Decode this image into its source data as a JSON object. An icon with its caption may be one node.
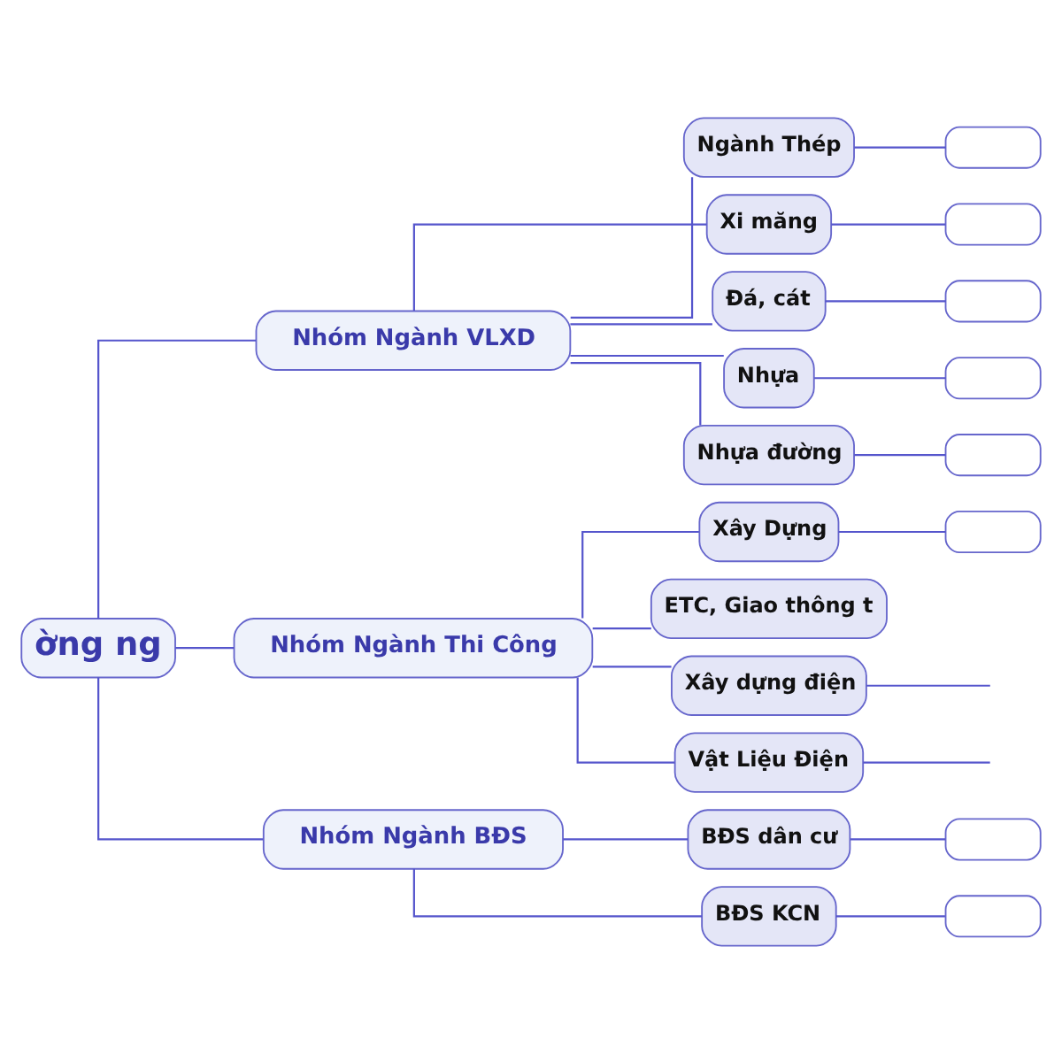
{
  "diagram": {
    "nodes": [
      {
        "text": [
          "ờng ng"
        ]
      },
      {
        "text": [
          "Nhóm Ngành VLXD"
        ]
      },
      {
        "text": [
          "Nhóm Ngành Thi Công"
        ]
      },
      {
        "text": [
          "Nhóm Ngành BĐS"
        ]
      },
      {
        "text": [
          "Ngành Thép"
        ]
      },
      {
        "text": [
          "Xi măng"
        ]
      },
      {
        "text": [
          "Đá, cát"
        ]
      },
      {
        "text": [
          "Nhựa"
        ]
      },
      {
        "text": [
          "Nhựa đường"
        ]
      },
      {
        "text": [
          "Xây Dựng"
        ]
      },
      {
        "text": [
          "ETC, Giao thông t"
        ]
      },
      {
        "text": [
          "Xây dựng điện"
        ]
      },
      {
        "text": [
          "Vật Liệu Điện"
        ]
      },
      {
        "text": [
          "BĐS dân cư"
        ]
      },
      {
        "text": [
          "BĐS KCN"
        ]
      },
      {
        "text": [],
        "shape": "box"
      },
      {
        "text": [],
        "shape": "box"
      },
      {
        "text": [],
        "shape": "box"
      },
      {
        "text": [],
        "shape": "box"
      },
      {
        "text": [],
        "shape": "box"
      },
      {
        "text": [],
        "shape": "box"
      },
      {
        "text": [],
        "shape": "box"
      },
      {
        "text": [],
        "shape": "box"
      }
    ],
    "edges": [
      {
        "from": 0,
        "to": 1,
        "arrow": "none"
      },
      {
        "from": 0,
        "to": 2,
        "arrow": "none"
      },
      {
        "from": 0,
        "to": 3,
        "arrow": "none"
      },
      {
        "from": 1,
        "to": 4,
        "arrow": "none"
      },
      {
        "from": 1,
        "to": 5,
        "arrow": "none"
      },
      {
        "from": 1,
        "to": 6,
        "arrow": "none"
      },
      {
        "from": 1,
        "to": 7,
        "arrow": "none"
      },
      {
        "from": 1,
        "to": 8,
        "arrow": "none"
      },
      {
        "from": 2,
        "to": 9,
        "arrow": "none"
      },
      {
        "from": 2,
        "to": 10,
        "arrow": "none"
      },
      {
        "from": 2,
        "to": 11,
        "arrow": "none"
      },
      {
        "from": 2,
        "to": 12,
        "arrow": "none"
      },
      {
        "from": 3,
        "to": 13,
        "arrow": "none"
      },
      {
        "from": 3,
        "to": 14,
        "arrow": "none"
      },
      {
        "from": 4,
        "to": 15,
        "arrow": "none"
      },
      {
        "from": 5,
        "to": 16,
        "arrow": "none"
      },
      {
        "from": 6,
        "to": 17,
        "arrow": "none"
      },
      {
        "from": 7,
        "to": 18,
        "arrow": "none"
      },
      {
        "from": 8,
        "to": 19,
        "arrow": "none"
      },
      {
        "from": 9,
        "to": 20,
        "arrow": "none"
      },
      {
        "from": 11,
        "to": null,
        "arrow": "none"
      },
      {
        "from": 12,
        "to": null,
        "arrow": "none"
      },
      {
        "from": 13,
        "to": 21,
        "arrow": "none"
      },
      {
        "from": 14,
        "to": 22,
        "arrow": "none"
      }
    ]
  }
}
